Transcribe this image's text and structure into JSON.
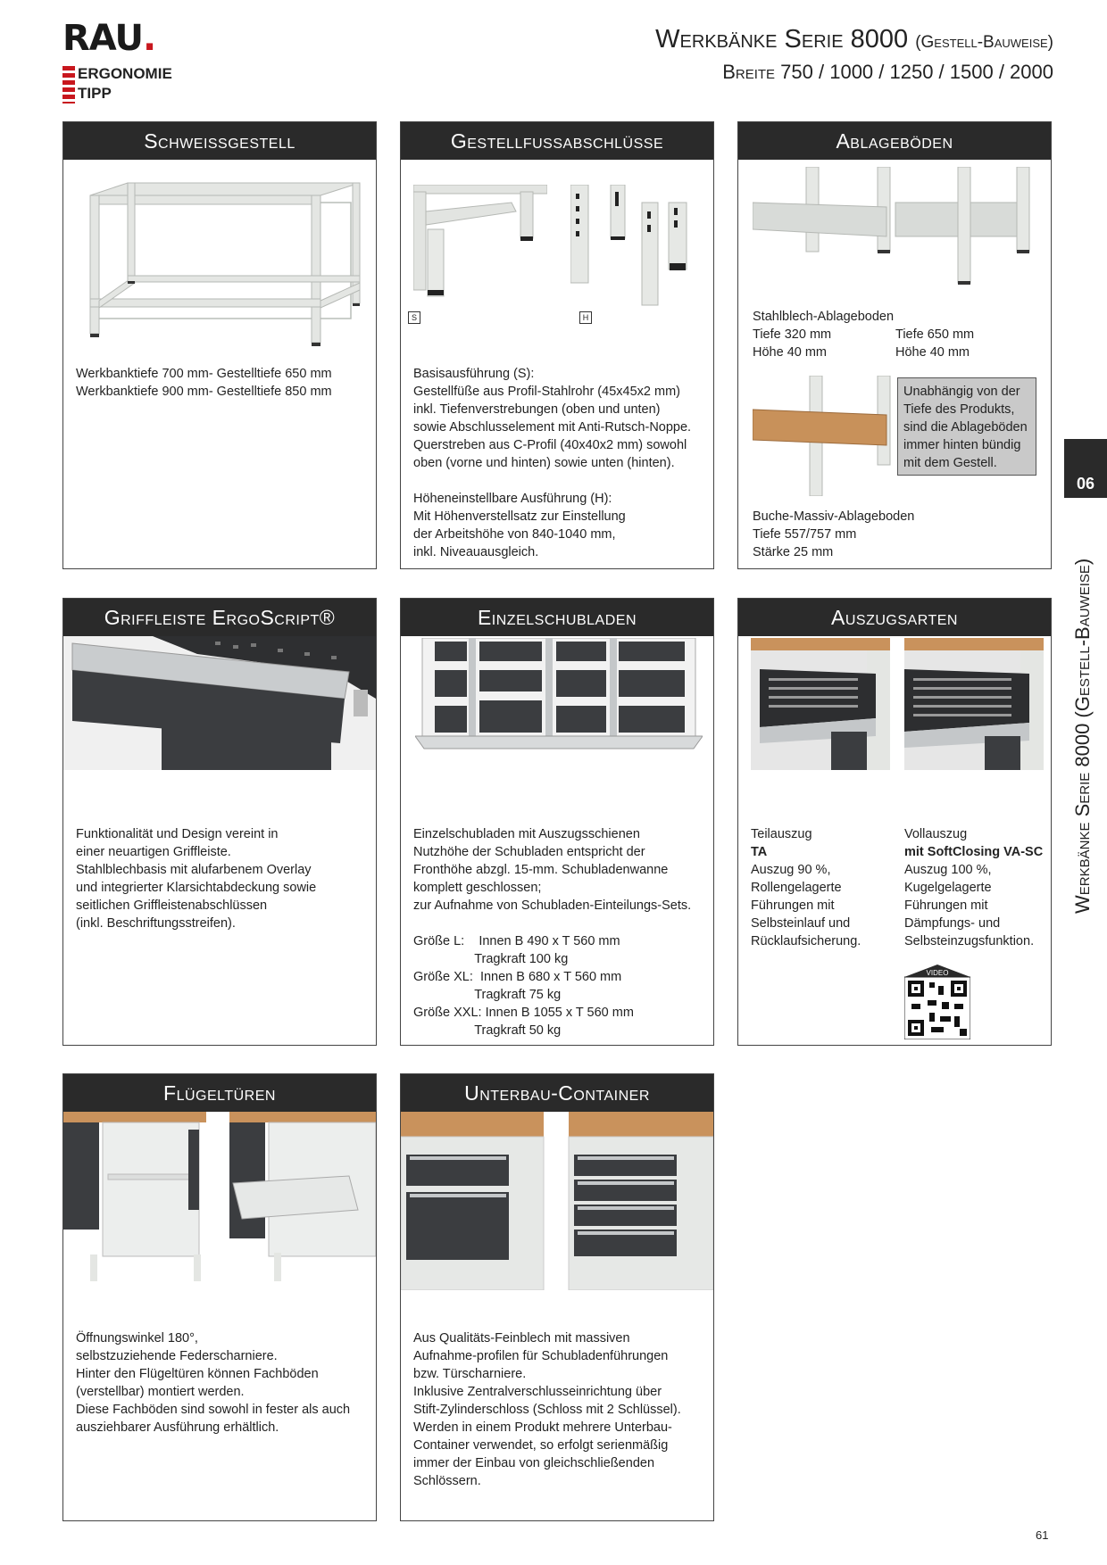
{
  "header": {
    "logo": "RAU",
    "logo_dot": ".",
    "ergo_line1": "ERGONOMIE",
    "ergo_line2": "TIPP",
    "title": "Werkbänke Serie 8000",
    "title_sub": "(Gestell-Bauweise)",
    "subtitle": "Breite 750 / 1000 / 1250 / 1500 / 2000"
  },
  "side_tab": {
    "number": "06",
    "label": "Werkbänke Serie 8000 (Gestell-Bauweise)"
  },
  "page_number": "61",
  "cards": {
    "schweiss": {
      "title": "Schweissgestell",
      "text": "Werkbanktiefe 700 mm- Gestelltiefe 650 mm\nWerkbanktiefe 900 mm- Gestelltiefe 850 mm"
    },
    "fuss": {
      "title": "Gestellfussabschlüsse",
      "label_s": "S",
      "label_h": "H",
      "text1": "Basisausführung (S):\nGestellfüße aus Profil-Stahlrohr (45x45x2 mm)\ninkl. Tiefenverstrebungen (oben und unten)\nsowie Abschlusselement mit Anti-Rutsch-Noppe.\nQuerstreben aus C-Profil (40x40x2 mm) sowohl\noben (vorne und hinten) sowie unten (hinten).",
      "text2": "Höheneinstellbare Ausführung (H):\nMit Höhenverstellsatz zur Einstellung\nder Arbeitshöhe von 840-1040 mm,\ninkl. Niveauausgleich."
    },
    "ablage": {
      "title": "Ablageböden",
      "text1_head": "Stahlblech-Ablageboden",
      "text1_left": "Tiefe 320 mm\nHöhe 40 mm",
      "text1_right": "Tiefe 650 mm\nHöhe 40 mm",
      "note": "Unabhängig von der\nTiefe des Produkts,\nsind die Ablageböden\nimmer hinten bündig\nmit dem Gestell.",
      "text2": "Buche-Massiv-Ablageboden\nTiefe 557/757 mm\nStärke 25 mm"
    },
    "griff": {
      "title": "Griffleiste ErgoScript®",
      "text": "Funktionalität und Design vereint in\neiner neuartigen Griffleiste.\nStahlblechbasis mit alufarbenem Overlay\nund integrierter Klarsichtabdeckung sowie\nseitlichen Griffleistenabschlüssen\n(inkl. Beschriftungsstreifen)."
    },
    "schub": {
      "title": "Einzelschubladen",
      "text": "Einzelschubladen mit Auszugsschienen\nNutzhöhe der Schubladen entspricht der\nFronthöhe abzgl. 15-mm. Schubladenwanne\nkomplett geschlossen;\nzur Aufnahme von Schubladen-Einteilungs-Sets.",
      "sizes": "Größe L:    Innen B 490 x T 560 mm\n                 Tragkraft 100 kg\nGröße XL:  Innen B 680 x T 560 mm\n                 Tragkraft 75 kg\nGröße XXL: Innen B 1055 x T 560 mm\n                 Tragkraft 50 kg"
    },
    "auszug": {
      "title": "Auszugsarten",
      "left_1": "Teilauszug",
      "left_2": "TA",
      "left_3": "Auszug 90 %,\nRollengelagerte\nFührungen mit\nSelbsteinlauf und\nRücklaufsicherung.",
      "right_1": "Vollauszug",
      "right_2": "mit SoftClosing VA-SC",
      "right_3": "Auszug 100 %,\nKugelgelagerte\nFührungen mit\nDämpfungs- und\nSelbsteinzugsfunktion.",
      "video": "VIDEO"
    },
    "fluegel": {
      "title": "Flügeltüren",
      "text": "Öffnungswinkel 180°,\nselbstzuziehende Federscharniere.\nHinter den Flügeltüren können Fachböden\n(verstellbar) montiert werden.\nDiese Fachböden sind sowohl in fester als auch\nausziehbarer Ausführung erhältlich."
    },
    "container": {
      "title": "Unterbau-Container",
      "text": "Aus Qualitäts-Feinblech mit massiven\nAufnahme-profilen für Schubladenführungen\nbzw. Türscharniere.\nInklusive Zentralverschlusseinrichtung über\nStift-Zylinderschloss (Schloss mit 2 Schlüssel).\nWerden in einem Produkt mehrere Unterbau-\nContainer verwendet, so erfolgt serienmäßig\nimmer der Einbau von gleichschließenden\nSchlössern."
    }
  },
  "colors": {
    "header_bar": "#2a2a2a",
    "accent_red": "#c8171e",
    "frame_grey": "#e6e8e6",
    "anthracite": "#3b3d40",
    "beech": "#c8915a"
  }
}
